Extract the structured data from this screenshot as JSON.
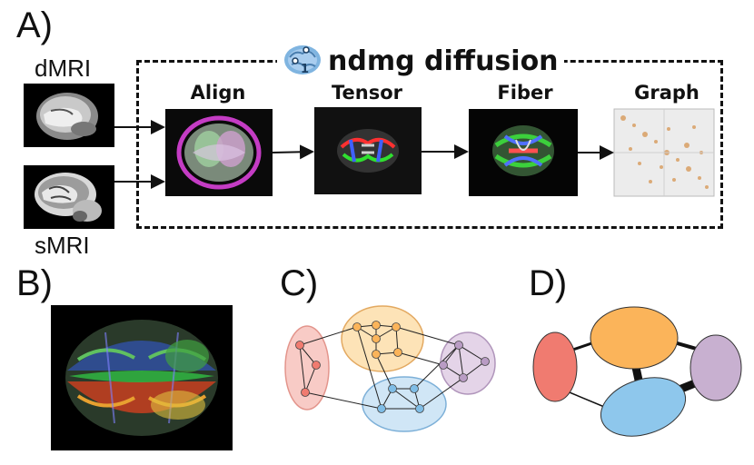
{
  "panels": {
    "a": "A)",
    "b": "B)",
    "c": "C)",
    "d": "D)"
  },
  "inputs": {
    "dmri": "dMRI",
    "smri": "sMRI"
  },
  "pipeline": {
    "title": "ndmg diffusion",
    "steps": [
      "Align",
      "Tensor",
      "Fiber",
      "Graph"
    ]
  },
  "icons": {
    "logo": "brain-icon"
  },
  "colors": {
    "cluster_red": "#f4a6a0",
    "cluster_orange": "#fbc77a",
    "cluster_purple": "#cdb3d4",
    "cluster_blue": "#9ccbeb",
    "node_red": "#f07b70",
    "node_orange": "#fbb45a",
    "node_purple": "#b99cc4",
    "node_blue": "#7fbde6"
  }
}
